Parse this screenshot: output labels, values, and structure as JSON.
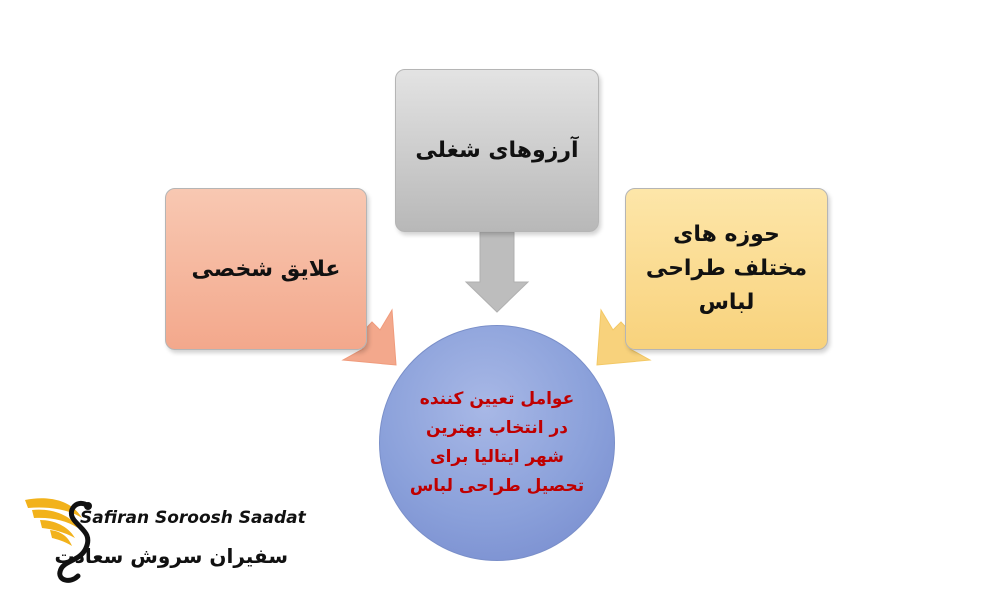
{
  "diagram": {
    "center": {
      "text": "عوامل تعیین کننده در انتخاب بهترین شهر ایتالیا برای تحصیل طراحی لباس",
      "color": "#c00000",
      "fill": "#8aa0da"
    },
    "boxes": {
      "left": {
        "text": "علایق شخصی",
        "fill": "#f3a88c"
      },
      "center": {
        "text": "آرزوهای شغلی",
        "fill": "#c8c8c8"
      },
      "right": {
        "text": "حوزه های مختلف طراحی لباس",
        "fill": "#f8d27c"
      }
    }
  },
  "logo": {
    "latin": "Safiran Soroosh Saadat",
    "persian": "سفیران سروش سعادت",
    "accent": "#f2b21b"
  }
}
